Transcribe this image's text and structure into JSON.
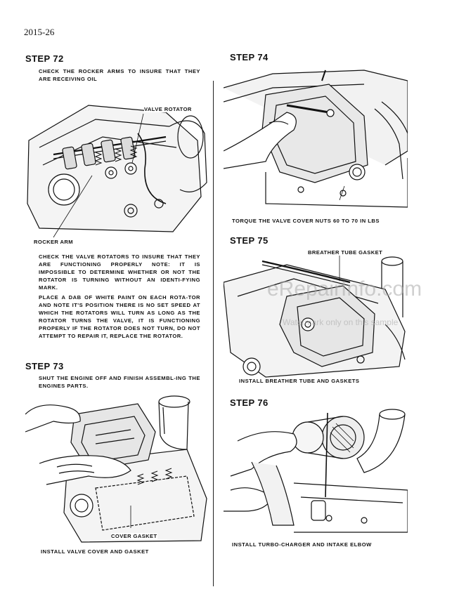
{
  "page": {
    "number": "2015-26"
  },
  "steps": {
    "s72": {
      "title": "STEP 72",
      "text1": "CHECK THE ROCKER ARMS TO INSURE THAT THEY ARE RECEIVING OIL",
      "label_valve_rotator": "VALVE ROTATOR",
      "label_rocker_arm": "ROCKER ARM",
      "text2": "CHECK THE VALVE ROTATORS TO INSURE THAT THEY ARE FUNCTIONING PROPERLY NOTE: IT IS IMPOSSIBLE TO DETERMINE WHETHER OR NOT THE ROTATOR IS TURNING WITHOUT AN IDENTI-FYING MARK.",
      "text3": "PLACE A DAB OF WHITE PAINT ON EACH ROTA-TOR AND NOTE IT'S POSITION THERE IS NO SET SPEED AT WHICH THE ROTATORS WILL TURN AS LONG AS THE ROTATOR TURNS THE VALVE, IT IS FUNCTIONING PROPERLY IF THE ROTATOR DOES NOT TURN, DO NOT ATTEMPT TO REPAIR IT, REPLACE THE ROTATOR."
    },
    "s73": {
      "title": "STEP 73",
      "text1": "SHUT THE ENGINE OFF AND FINISH ASSEMBL-ING THE ENGINES PARTS.",
      "label_cover_gasket": "COVER GASKET",
      "caption": "INSTALL VALVE COVER AND GASKET"
    },
    "s74": {
      "title": "STEP 74",
      "caption": "TORQUE THE VALVE COVER NUTS 60 TO 70 IN LBS"
    },
    "s75": {
      "title": "STEP 75",
      "label_breather": "BREATHER TUBE GASKET",
      "caption": "INSTALL BREATHER TUBE AND GASKETS"
    },
    "s76": {
      "title": "STEP 76",
      "caption": "INSTALL TURBO-CHARGER AND INTAKE ELBOW"
    }
  },
  "watermark": {
    "main": "eRepairInfo.com",
    "sub": "Watermark only on this sample"
  }
}
